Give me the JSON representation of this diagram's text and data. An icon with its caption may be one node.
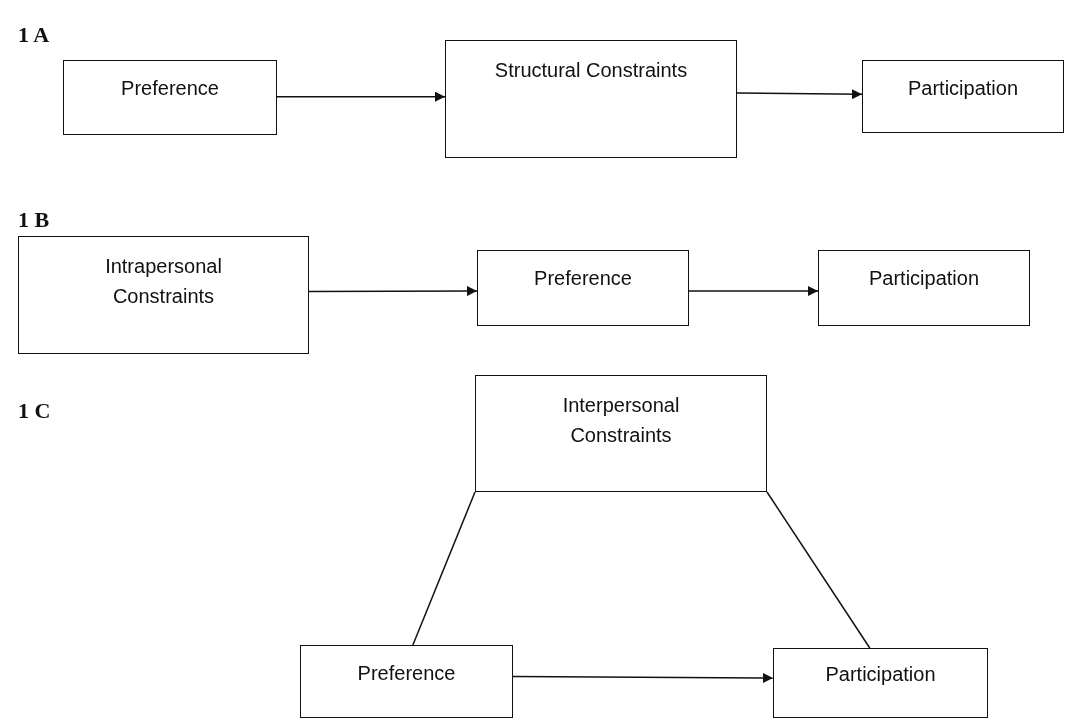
{
  "diagram": {
    "nodes": [
      {
        "text": [
          "Preference"
        ]
      },
      {
        "text": [
          "Structural Constraints"
        ]
      },
      {
        "text": [
          "Participation"
        ]
      },
      {
        "text": [
          "Intrapersonal Constraints"
        ]
      },
      {
        "text": [
          "Preference"
        ]
      },
      {
        "text": [
          "Participation"
        ]
      },
      {
        "text": [
          "Interpersonal Constraints"
        ]
      },
      {
        "text": [
          "Preference"
        ]
      },
      {
        "text": [
          "Participation"
        ]
      }
    ],
    "edges": [
      {
        "from": 0,
        "to": 1,
        "arrow": "to"
      },
      {
        "from": 1,
        "to": 2,
        "arrow": "to"
      },
      {
        "from": 3,
        "to": 4,
        "arrow": "to"
      },
      {
        "from": 4,
        "to": 5,
        "arrow": "to"
      },
      {
        "from": 6,
        "to": 7,
        "arrow": "none"
      },
      {
        "from": 6,
        "to": 8,
        "arrow": "none"
      },
      {
        "from": 7,
        "to": 8,
        "arrow": "to"
      }
    ],
    "labels": [
      "1 A",
      "1 B",
      "1 C"
    ]
  }
}
